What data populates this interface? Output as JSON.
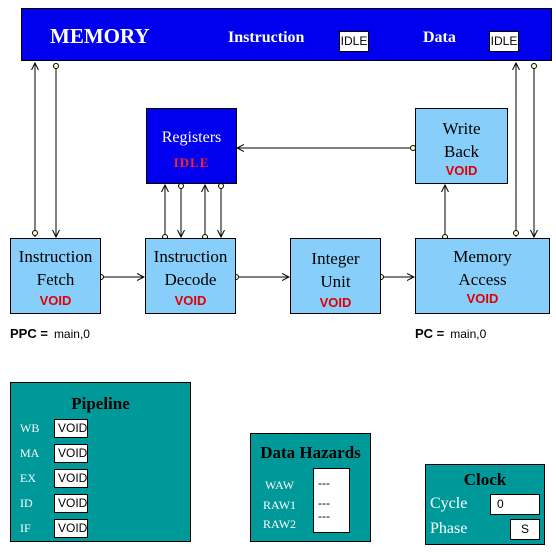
{
  "memory": {
    "title": "MEMORY",
    "instruction_label": "Instruction",
    "instruction_status": "IDLE",
    "data_label": "Data",
    "data_status": "IDLE"
  },
  "registers": {
    "label": "Registers",
    "status": "IDLE"
  },
  "write_back": {
    "label_line1": "Write",
    "label_line2": "Back",
    "status": "VOID"
  },
  "fetch": {
    "label_line1": "Instruction",
    "label_line2": "Fetch",
    "status": "VOID"
  },
  "decode": {
    "label_line1": "Instruction",
    "label_line2": "Decode",
    "status": "VOID"
  },
  "integer_unit": {
    "label_line1": "Integer",
    "label_line2": "Unit",
    "status": "VOID"
  },
  "memory_access": {
    "label_line1": "Memory",
    "label_line2": "Access",
    "status": "VOID"
  },
  "ppc": {
    "label": "PPC =",
    "value": "main,0"
  },
  "pc": {
    "label": "PC =",
    "value": "main,0"
  },
  "pipeline": {
    "title": "Pipeline",
    "rows": [
      {
        "stage": "WB",
        "value": "VOID"
      },
      {
        "stage": "MA",
        "value": "VOID"
      },
      {
        "stage": "EX",
        "value": "VOID"
      },
      {
        "stage": "ID",
        "value": "VOID"
      },
      {
        "stage": "IF",
        "value": "VOID"
      }
    ]
  },
  "hazards": {
    "title": "Data Hazards",
    "rows": [
      {
        "label": "WAW",
        "value": "---"
      },
      {
        "label": "RAW1",
        "value": "---"
      },
      {
        "label": "RAW2",
        "value": "---"
      }
    ]
  },
  "clock": {
    "title": "Clock",
    "cycle_label": "Cycle",
    "cycle_value": "0",
    "phase_label": "Phase",
    "phase_value": "S"
  },
  "colors": {
    "memory_blue": "#0000ee",
    "stage_blue": "#87cefa",
    "panel_teal": "#009999",
    "status_red": "#e00000"
  }
}
